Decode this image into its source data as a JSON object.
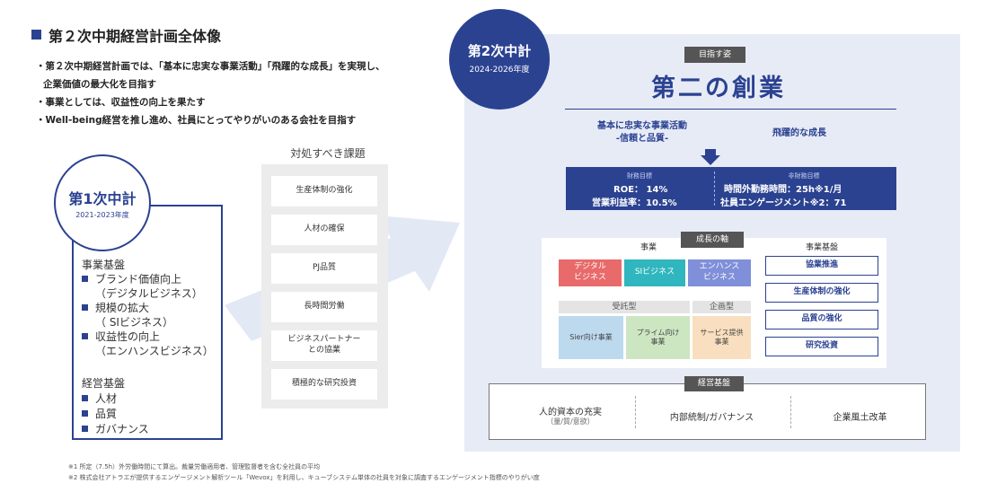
{
  "title": "第２次中期経営計画全体像",
  "bullets": [
    "・第２次中期経営計画では、「基本に忠実な事業活動」「飛躍的な成長」を実現し、",
    "企業価値の最大化を目指す",
    "・事業としては、収益性の向上を果たす",
    "・Well-being経営を推し進め、社員にとってやりがいのある会社を目指す"
  ],
  "phase1": {
    "title": "第1次中計",
    "years": "2021-2023年度",
    "business_base_heading": "事業基盤",
    "business_base_items": [
      {
        "line1": "ブランド価値向上",
        "line2": "（デジタルビジネス）"
      },
      {
        "line1": "規模の拡大",
        "line2": "（ SIビジネス）"
      },
      {
        "line1": "収益性の向上",
        "line2": "（エンハンスビジネス）"
      }
    ],
    "management_base_heading": "経営基盤",
    "management_base_items": [
      "人材",
      "品質",
      "ガバナンス"
    ]
  },
  "issues": {
    "heading": "対処すべき課題",
    "items": [
      "生産体制の強化",
      "人材の確保",
      "PJ品質",
      "長時間労働",
      "ビジネスパートナー\nとの協業",
      "積極的な研究投資"
    ]
  },
  "phase2": {
    "title": "第2次中計",
    "years": "2024-2026年度",
    "goal_tag": "目指す姿",
    "goal": "第二の創業",
    "pillar_left_line1": "基本に忠実な事業活動",
    "pillar_left_line2": "-信頼と品質-",
    "pillar_right": "飛躍的な成長",
    "financial_label": "財務目標",
    "financial_items": [
      "ROE：  14%",
      "営業利益率：10.5%"
    ],
    "nonfinancial_label": "非財務目標",
    "nonfinancial_items": [
      "時間外勤務時間：25h※1/月",
      "社員エンゲージメント※2：71"
    ]
  },
  "growth": {
    "tag": "成長の軸",
    "business_label": "事業",
    "business_cells": [
      {
        "text": "デジタル\nビジネス",
        "color": "#e86a6a"
      },
      {
        "text": "SIビジネス",
        "color": "#2fb6bf"
      },
      {
        "text": "エンハンス\nビジネス",
        "color": "#7f8fd9"
      }
    ],
    "type_heads": [
      "受託型",
      "企画型"
    ],
    "type_cells": [
      {
        "text": "Sier向け事業",
        "color": "#bcd9ee"
      },
      {
        "text": "プライム向け\n事業",
        "color": "#cde6c2"
      },
      {
        "text": "サービス提供\n事業",
        "color": "#f9dfbf"
      }
    ],
    "base_label": "事業基盤",
    "base_items": [
      "協業推進",
      "生産体制の強化",
      "品質の強化",
      "研究投資"
    ]
  },
  "management": {
    "tag": "経営基盤",
    "item1_line1": "人的資本の充実",
    "item1_line2": "（量/質/意欲）",
    "item2": "内部統制/ガバナンス",
    "item3": "企業風土改革"
  },
  "notes": [
    "※1 所定（7.5h）外労働時間にて算出。裁量労働適用者、管理監督者を含む全社員の平均",
    "※2 株式会社アトラエが提供するエンゲージメント解析ツール「Wevox」を利用し、キューブシステム単体の社員を対象に調査するエンゲージメント指標のやりがい度"
  ],
  "colors": {
    "brand": "#2b4291",
    "panel": "#e7ebf6",
    "arrow": "#e3e8f5"
  }
}
